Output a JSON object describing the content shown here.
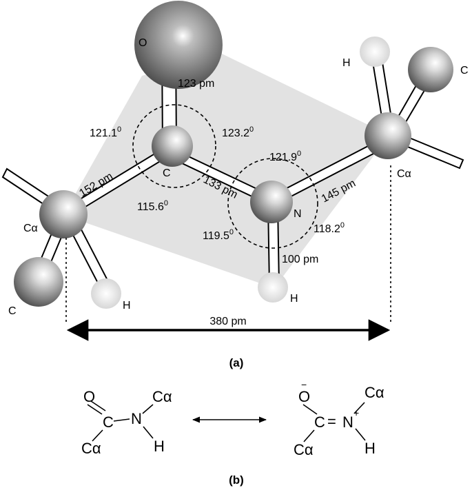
{
  "colors": {
    "plane": "#e2e2e2",
    "atom_dark": "#5a5a5a",
    "atom_light": "#f2f2f2",
    "bond": "#000000"
  },
  "part_a": {
    "label": "(a)",
    "atoms": {
      "O": "O",
      "C": "C",
      "N": "N",
      "H_amide": "H",
      "C_alpha_left": "Cα",
      "C_alpha_right": "Cα",
      "C_left": "C",
      "H_left": "H",
      "C_right": "C",
      "H_right": "H"
    },
    "bond_lengths": {
      "CO": "123 pm",
      "Calpha_C": "152 pm",
      "CN": "133 pm",
      "N_Calpha": "145 pm",
      "NH": "100 pm"
    },
    "angles": {
      "a1": "121.1",
      "a2": "123.2",
      "a3": "115.6",
      "a4": "121.9",
      "a5": "119.5",
      "a6": "118.2",
      "degree": "0"
    },
    "distance": "380 pm"
  },
  "part_b": {
    "label": "(b)",
    "left": {
      "O": "O",
      "C": "C",
      "N": "N",
      "H": "H",
      "Ca1": "Cα",
      "Ca2": "Cα"
    },
    "right": {
      "O": "O",
      "O_charge": "−",
      "C": "C",
      "N": "N",
      "N_charge": "+",
      "H": "H",
      "Ca1": "Cα",
      "Ca2": "Cα",
      "double_bond": "="
    }
  }
}
